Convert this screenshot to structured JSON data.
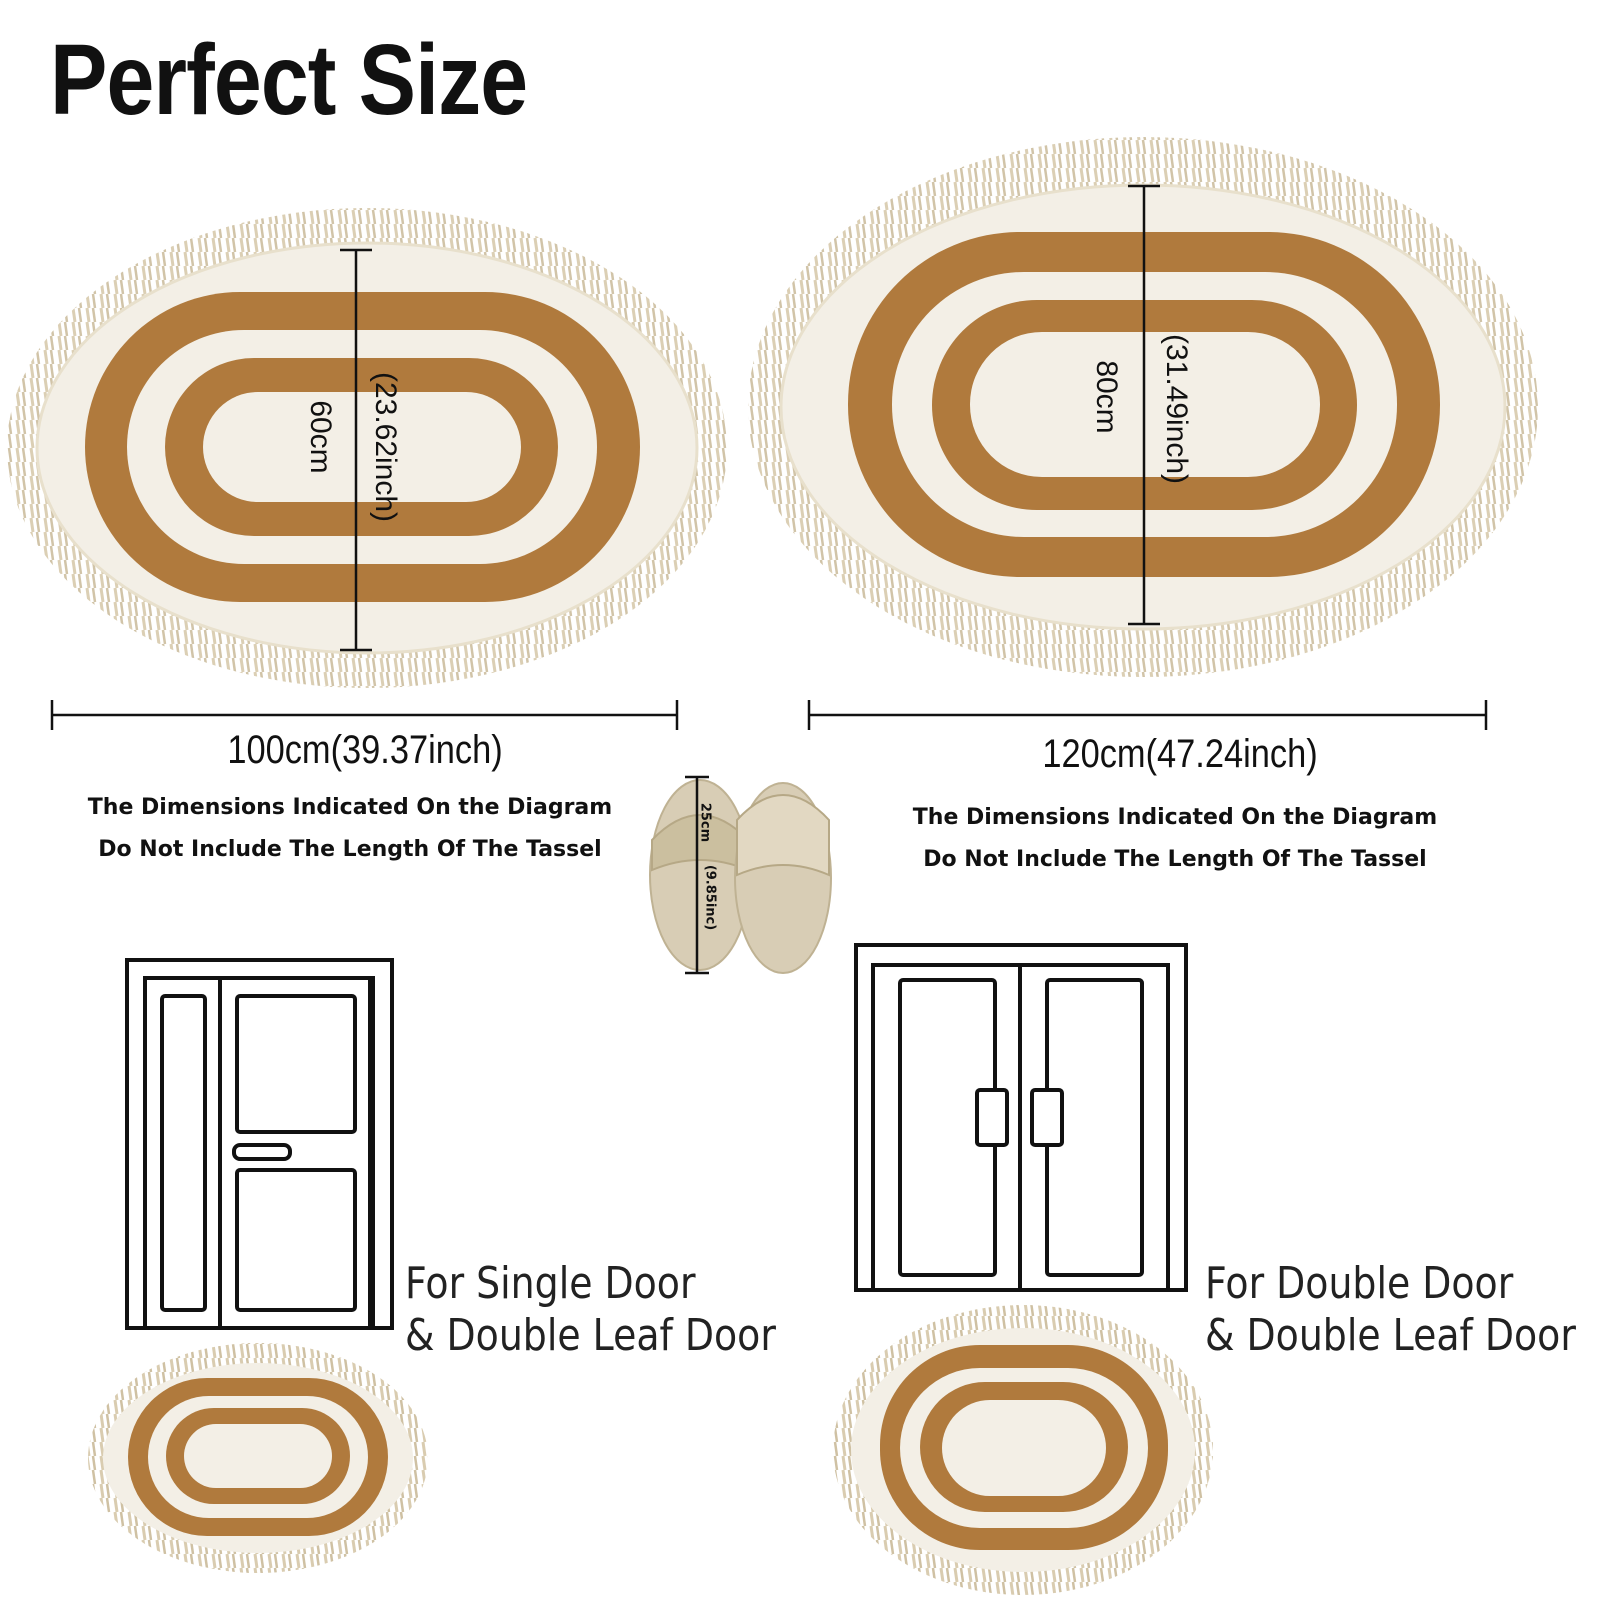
{
  "title": "Perfect Size",
  "rug_small": {
    "height_cm": "60cm",
    "height_inch": "(23.62inch)",
    "width": "100cm(39.37inch)",
    "note_line1": "The Dimensions Indicated On the Diagram",
    "note_line2": "Do Not Include The Length Of The Tassel"
  },
  "rug_large": {
    "height_cm": "80cm",
    "height_inch": "(31.49inch)",
    "width": "120cm(47.24inch)",
    "note_line1": "The Dimensions Indicated On the Diagram",
    "note_line2": "Do Not Include The Length Of The Tassel"
  },
  "slippers": {
    "length_cm": "25cm",
    "length_inch": "(9.85inc)"
  },
  "single_door": {
    "label_line1": "For Single Door",
    "label_line2": "& Double Leaf Door"
  },
  "double_door": {
    "label_line1": "For Double Door",
    "label_line2": "& Double Leaf Door"
  },
  "colors": {
    "rug_cream": "#f3efe6",
    "rug_brown": "#b07a3d",
    "tassel": "#d9ccb0",
    "slipper": "#d8cdb5",
    "line": "#111111"
  }
}
